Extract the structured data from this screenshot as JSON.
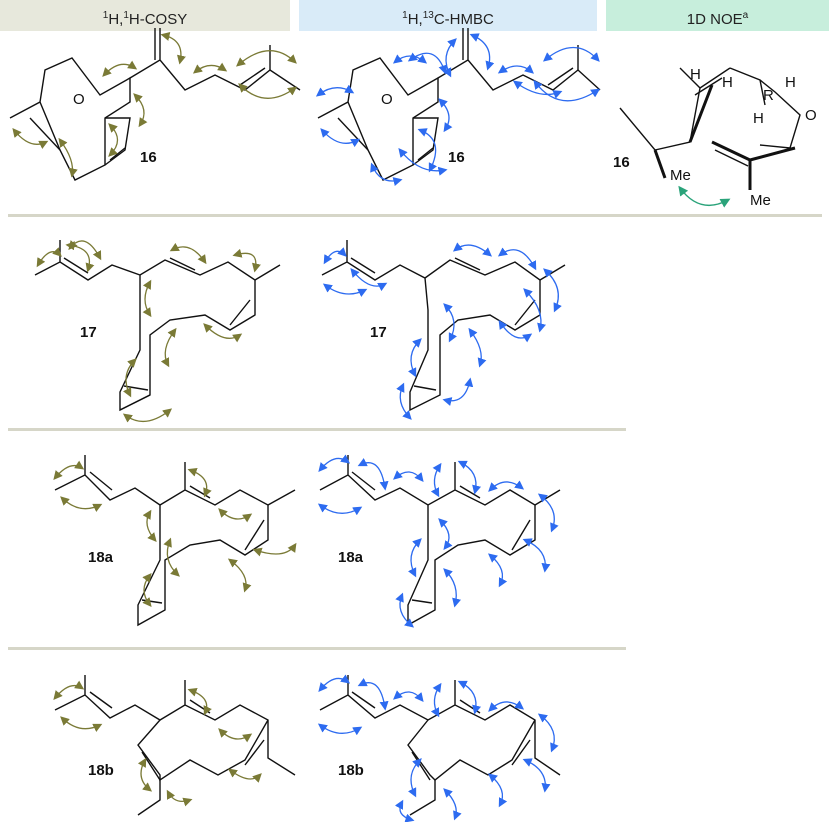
{
  "headers": {
    "cosy": {
      "pre": "1",
      "a": "H,",
      "mid": "1",
      "b": "H-COSY"
    },
    "hmbc": {
      "pre": "1",
      "a": "H,",
      "mid": "13",
      "b": "C-HMBC"
    },
    "noe": {
      "a": "1D NOE",
      "sup": "a"
    }
  },
  "compounds": {
    "c16": "16",
    "c17": "17",
    "c18a": "18a",
    "c18b": "18b"
  },
  "atoms": {
    "oxygen": "O",
    "hydrogen": "H",
    "r_group": "R",
    "methyl": "Me"
  },
  "colors": {
    "cosy_arrow": "#7a7a36",
    "hmbc_arrow": "#2d6bf0",
    "noe_arrow": "#2aa37a",
    "bond": "#111111"
  }
}
